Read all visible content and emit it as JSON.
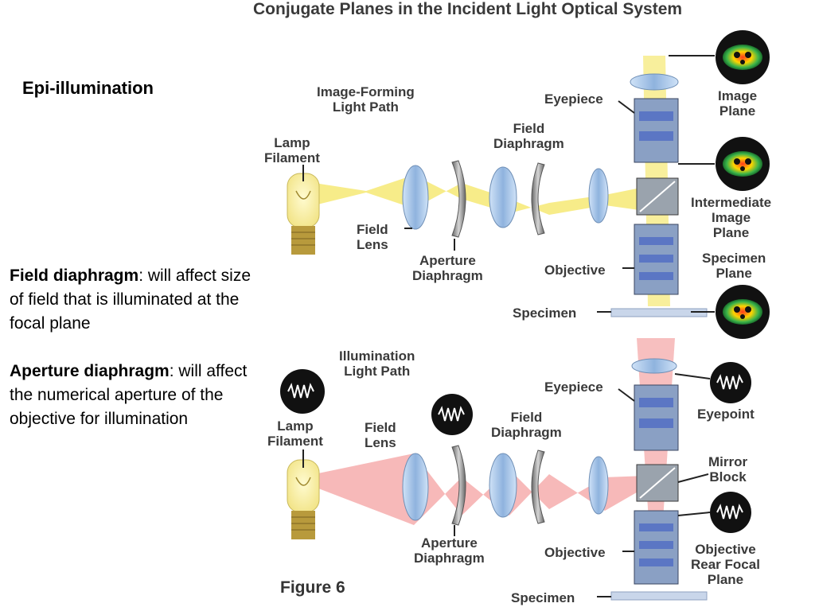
{
  "title": "Conjugate Planes in the Incident Light Optical System",
  "heading": "Epi-illumination",
  "notes": {
    "field_term": "Field diaphragm",
    "field_desc": ": will affect size of field that is illuminated at the focal plane",
    "aperture_term": "Aperture diaphragm",
    "aperture_desc": ": will affect the numerical aperture of the objective for illumination"
  },
  "top_diagram": {
    "path_label": "Image-Forming\nLight Path",
    "lamp": "Lamp\nFilament",
    "field_lens": "Field\nLens",
    "aperture": "Aperture\nDiaphragm",
    "field_diaphragm": "Field\nDiaphragm",
    "eyepiece": "Eyepiece",
    "objective": "Objective",
    "specimen": "Specimen",
    "image_plane": "Image\nPlane",
    "intermediate": "Intermediate\nImage\nPlane",
    "specimen_plane": "Specimen\nPlane"
  },
  "bottom_diagram": {
    "path_label": "Illumination\nLight Path",
    "lamp": "Lamp\nFilament",
    "field_lens": "Field\nLens",
    "aperture": "Aperture\nDiaphragm",
    "field_diaphragm": "Field\nDiaphragm",
    "eyepiece": "Eyepiece",
    "objective": "Objective",
    "specimen": "Specimen",
    "eyepoint": "Eyepoint",
    "mirror_block": "Mirror\nBlock",
    "rear_focal": "Objective\nRear Focal\nPlane"
  },
  "figure_label": "Figure 6",
  "colors": {
    "image_path": "#f2e24a",
    "illum_path": "#f08080",
    "lens": "#a9c8ea",
    "scope": "#7a8fb0"
  }
}
